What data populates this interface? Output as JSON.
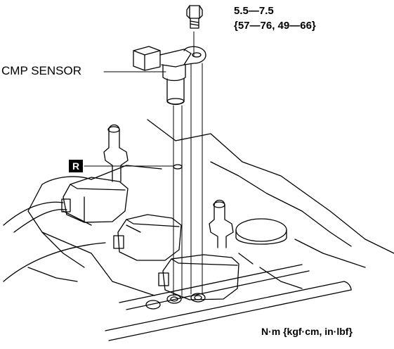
{
  "labels": {
    "sensor": "CMP SENSOR",
    "torque_range": "5.5—7.5",
    "torque_alt": "{57—76, 49—66}",
    "units": "N·m {kgf·cm, in·lbf}",
    "replace_marker": "R"
  },
  "colors": {
    "line": "#000000",
    "background": "#ffffff"
  }
}
